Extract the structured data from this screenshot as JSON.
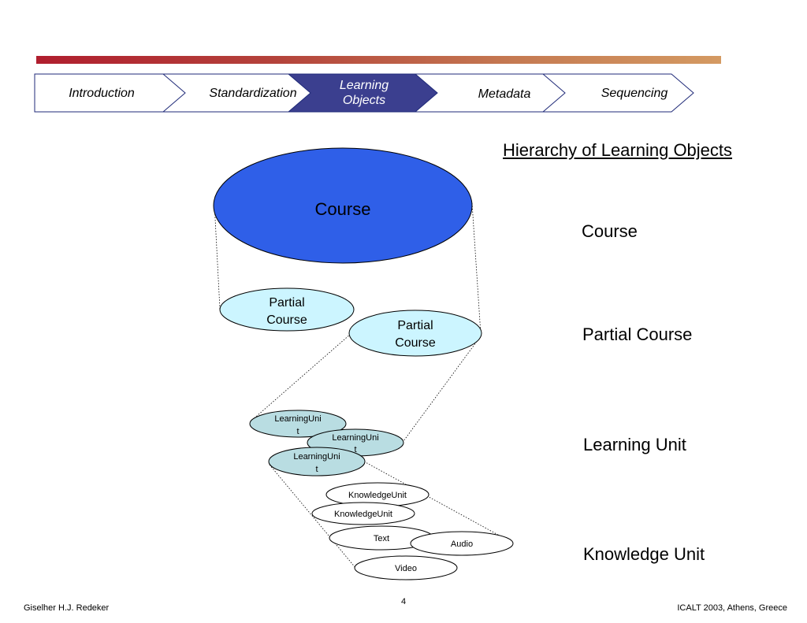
{
  "nav": {
    "tabs": [
      {
        "label": "Introduction",
        "active": false
      },
      {
        "label": "Standardization",
        "active": false
      },
      {
        "label": "Learning Objects",
        "line1": "Learning",
        "line2": "Objects",
        "active": true
      },
      {
        "label": "Metadata",
        "active": false
      },
      {
        "label": "Sequencing",
        "active": false
      }
    ],
    "colors": {
      "active_fill": "#3b3f8f",
      "border": "#1f2a78",
      "rule_start": "#b01e2e",
      "rule_end": "#d49a62"
    }
  },
  "heading": "Hierarchy of Learning Objects",
  "levels": [
    "Course",
    "Partial Course",
    "Learning Unit",
    "Knowledge Unit"
  ],
  "diagram": {
    "course": "Course",
    "partial_courses": [
      "Partial Course",
      "Partial Course"
    ],
    "partial_line1": "Partial",
    "partial_line2": "Course",
    "learning_unit_line1": "LearningUni",
    "learning_unit_line2": "t",
    "knowledge_units": [
      "KnowledgeUnit",
      "KnowledgeUnit"
    ],
    "media": [
      "Text",
      "Audio",
      "Video"
    ],
    "colors": {
      "course_fill": "#2f5fe8",
      "partial_fill": "#ccf5ff",
      "learning_fill": "#b9dde2"
    }
  },
  "footer": {
    "author": "Giselher H.J. Redeker",
    "page": "4",
    "conference": "ICALT 2003, Athens, Greece"
  }
}
